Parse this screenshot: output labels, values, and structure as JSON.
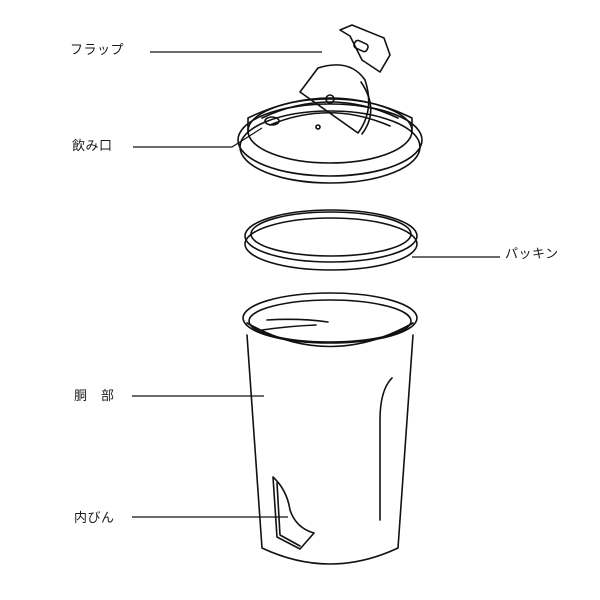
{
  "diagram": {
    "type": "exploded-parts-view",
    "subject": "tumbler",
    "labels": {
      "flap": "フラップ",
      "mouth": "飲み口",
      "gasket": "パッキン",
      "body": "胴　部",
      "inner": "内びん"
    },
    "colors": {
      "line": "#111111",
      "background": "#ffffff"
    }
  }
}
